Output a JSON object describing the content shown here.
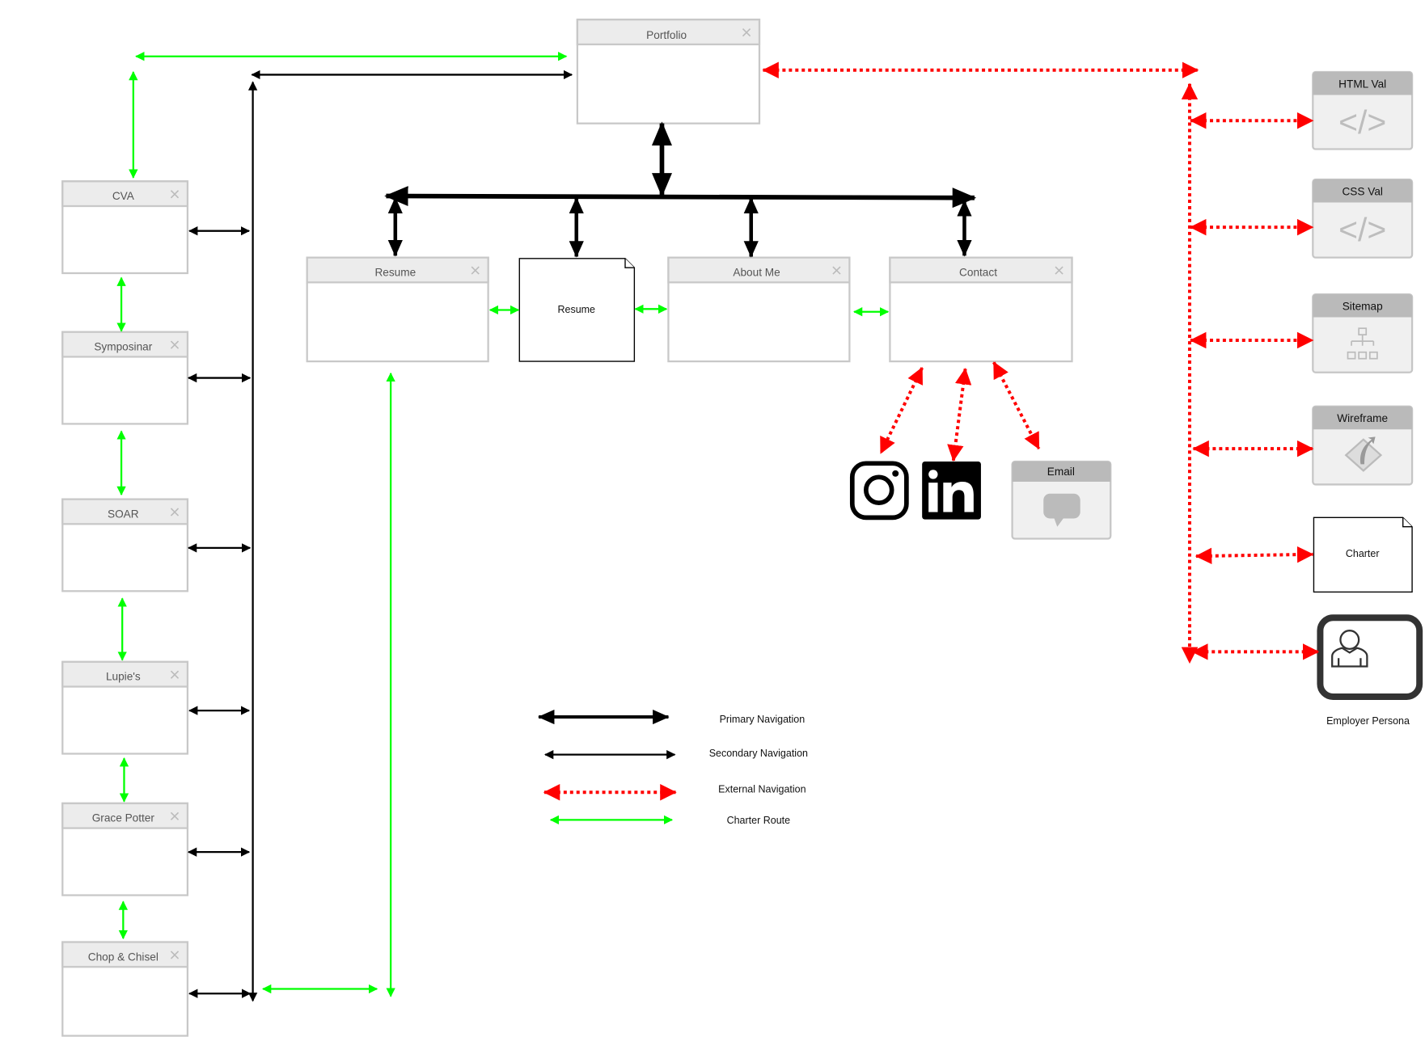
{
  "colors": {
    "primary": "#000000",
    "secondary": "#000000",
    "external": "#ff0000",
    "charter": "#00ff00"
  },
  "portfolio": {
    "title": "Portfolio"
  },
  "left_pages": [
    {
      "title": "CVA"
    },
    {
      "title": "Symposinar"
    },
    {
      "title": "SOAR"
    },
    {
      "title": "Lupie's"
    },
    {
      "title": "Grace Potter"
    },
    {
      "title": "Chop & Chisel"
    }
  ],
  "main_pages": {
    "resume_window": "Resume",
    "resume_doc": "Resume",
    "about": "About Me",
    "contact": "Contact"
  },
  "contact_links": {
    "email": "Email",
    "instagram_icon": "instagram-icon",
    "linkedin_icon": "linkedin-icon"
  },
  "external": {
    "html_val": "HTML Val",
    "css_val": "CSS Val",
    "sitemap": "Sitemap",
    "wireframe": "Wireframe",
    "charter": "Charter",
    "persona": "Employer Persona"
  },
  "legend": {
    "primary": "Primary Navigation",
    "secondary": "Secondary Navigation",
    "external": "External Navigation",
    "charter": "Charter Route"
  }
}
